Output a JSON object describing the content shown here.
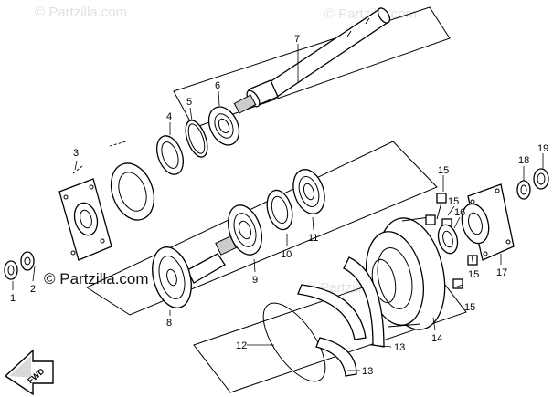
{
  "watermarks": [
    "© Partzilla.com",
    "© Partzilla.com",
    "© Partzilla.com"
  ],
  "brand": "© Partzilla.com",
  "direction_label": "FWD",
  "callouts": [
    "1",
    "2",
    "3",
    "4",
    "5",
    "6",
    "7",
    "8",
    "9",
    "10",
    "11",
    "12",
    "13",
    "13",
    "14",
    "15",
    "15",
    "15",
    "15",
    "16",
    "17",
    "18",
    "19"
  ]
}
